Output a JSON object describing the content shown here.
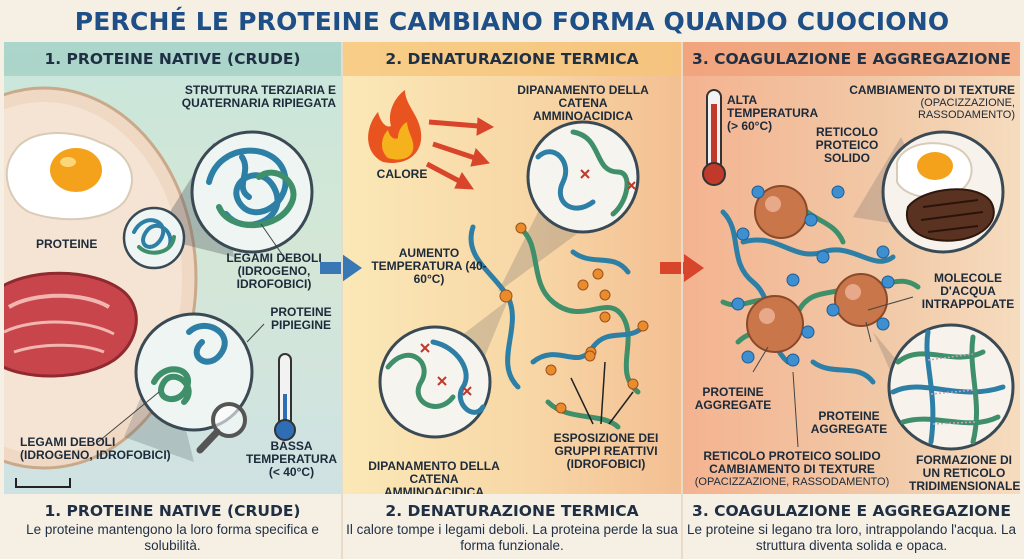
{
  "title": "PERCHÉ LE PROTEINE CAMBIANO FORMA QUANDO CUOCIONO",
  "colors": {
    "title": "#1e4f86",
    "protein_strand_blue": "#2d7fa6",
    "protein_strand_green": "#3f8f6b",
    "aggregate_orange": "#c9764a",
    "water_blue": "#3d8fd0",
    "arrow_red": "#d9452b"
  },
  "panel1": {
    "header": "1. PROTEINE NATIVE (CRUDE)",
    "label_structure": "STRUTTURA TERZIARIA E QUATERNARIA RIPIEGATA",
    "label_proteins": "PROTEINE",
    "label_weak_bonds_right": "LEGAMI DEBOLI (IDROGENO, IDROFOBICI)",
    "label_folded": "PROTEINE PIPIEGINE",
    "label_weak_bonds_left": "LEGAMI DEBOLI (IDROGENO, IDROFOBICI)",
    "label_low_temp": "BASSA TEMPERATURA (< 40°C)",
    "icons": [
      "egg-icon",
      "raw-meat-icon",
      "magnifier-icon",
      "thermometer-low-icon"
    ]
  },
  "panel2": {
    "header": "2. DENATURAZIONE TERMICA",
    "label_heat": "CALORE",
    "label_unfolding_top": "DIPANAMENTO DELLA CATENA AMMINOACIDICA",
    "label_temp_rise": "AUMENTO TEMPERATURA (40-60°C)",
    "label_unfolding_bottom": "DIPANAMENTO DELLA CATENA AMMINOACIDICA",
    "label_reactive": "ESPOSIZIONE DEI GRUPPI REATTIVI (IDROFOBICI)",
    "icons": [
      "flame-icon",
      "heat-arrows-icon"
    ]
  },
  "panel3": {
    "header": "3. COAGULAZIONE E AGGREGAZIONE",
    "label_high_temp": "ALTA TEMPERATURA (> 60°C)",
    "label_texture_change": "CAMBIAMENTO DI TEXTURE",
    "label_texture_detail": "(OPACIZZAZIONE, RASSODAMENTO)",
    "label_network": "RETICOLO PROTEICO SOLIDO",
    "label_water": "MOLECOLE D'ACQUA INTRAPPOLATE",
    "label_aggregated_left": "PROTEINE AGGREGATE",
    "label_aggregated_right": "PROTEINE AGGREGATE",
    "label_network_bottom": "RETICOLO PROTEICO SOLIDO",
    "label_texture_bottom": "CAMBIAMENTO DI TEXTURE",
    "label_texture_bottom_detail": "(OPACIZZAZIONE, RASSODAMENTO)",
    "label_3d": "FORMAZIONE DI UN RETICOLO TRIDIMENSIONALE",
    "icons": [
      "thermometer-high-icon",
      "cooked-egg-icon",
      "cooked-steak-icon"
    ]
  },
  "captions": [
    {
      "title": "1. PROTEINE NATIVE (CRUDE)",
      "text": "Le proteine mantengono la loro forma specifica e solubilità."
    },
    {
      "title": "2. DENATURAZIONE TERMICA",
      "text": "Il calore tompe i legami deboli. La proteina perde la sua forma funzionale."
    },
    {
      "title": "3. COAGULAZIONE E AGGREGAZIONE",
      "text": "Le proteine si legano tra loro, intrappolando l'acqua. La struttura diventa solida e opaca."
    }
  ]
}
